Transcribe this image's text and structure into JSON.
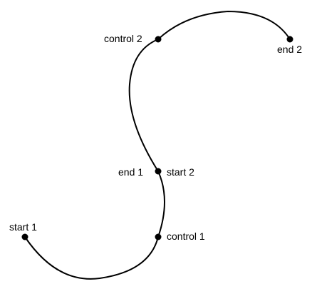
{
  "labels": {
    "start1": "start 1",
    "control1": "control 1",
    "end1": "end 1",
    "start2": "start 2",
    "control2": "control 2",
    "end2": "end 2"
  },
  "colors": {
    "stroke": "#000000",
    "background": "#ffffff"
  }
}
